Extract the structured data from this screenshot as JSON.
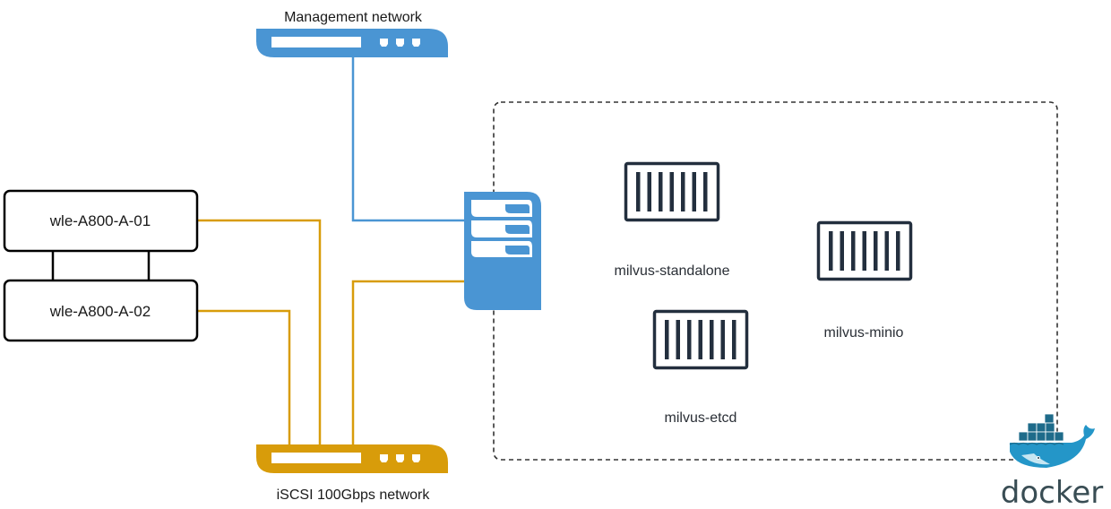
{
  "diagram": {
    "title": "Milvus deployment network topology",
    "colors": {
      "management": "#4a95d3",
      "iscsi": "#d89c0a",
      "host_border": "#000000",
      "container": "#232f3e",
      "docker_blue": "#2496c8",
      "docker_dark": "#1e6b8a",
      "docker_text": "#394d54"
    },
    "switches": {
      "management": {
        "label": "Management network",
        "icon": "network-switch-icon"
      },
      "iscsi": {
        "label": "iSCSI 100Gbps network",
        "icon": "network-switch-icon"
      }
    },
    "hosts": [
      {
        "label": "wle-A800-A-01"
      },
      {
        "label": "wle-A800-A-02"
      }
    ],
    "server": {
      "icon": "server-icon"
    },
    "docker_group": {
      "label": "docker",
      "icon": "docker-whale-icon",
      "containers": [
        {
          "label": "milvus-standalone",
          "icon": "container-icon"
        },
        {
          "label": "milvus-etcd",
          "icon": "container-icon"
        },
        {
          "label": "milvus-minio",
          "icon": "container-icon"
        }
      ]
    }
  }
}
